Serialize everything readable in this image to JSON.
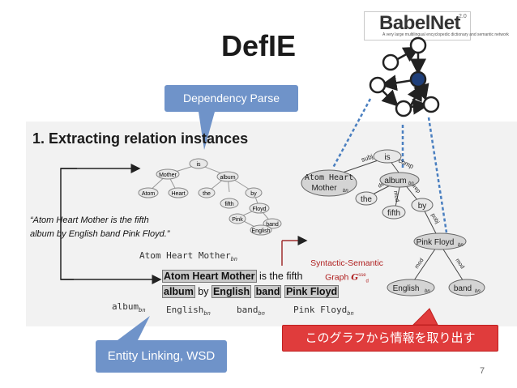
{
  "slide": {
    "title": "DefIE",
    "logo_text": "BabelNet",
    "logo_sup": "2.0",
    "logo_subtitle": "A very large multilingual encyclopedic dictionary and semantic network",
    "section_heading": "1. Extracting relation instances",
    "dependency_label": "Dependency Parse",
    "entity_label": "Entity Linking, WSD",
    "quote_line1": "“Atom Heart Mother is the fifth",
    "quote_line2": "album by English band Pink Floyd.”",
    "graph_label_line1": "Syntactic-Semantic",
    "graph_label_line2": "Graph",
    "graph_symbol": "G",
    "graph_symbol_sup": "sse",
    "graph_symbol_sub": "d",
    "japanese_box": "このグラフから情報を取り出す",
    "page_number": "7",
    "bn_suffix": "bn"
  },
  "sentence": {
    "p1": "Atom Heart Mother",
    "p2": " is the fifth",
    "p3": "album",
    "p4": " by ",
    "p5": "English",
    "p6": "band",
    "p7": "Pink Floyd"
  },
  "annotations": {
    "atom_heart_mother": "Atom Heart Mother",
    "album": "album",
    "english": "English",
    "band": "band",
    "pink_floyd": "Pink Floyd"
  },
  "dep_tree": {
    "nodes": [
      "is",
      "Mother",
      "album",
      "Atom",
      "Heart",
      "the",
      "by",
      "fifth",
      "Floyd",
      "Pink",
      "English",
      "band"
    ]
  },
  "sse_graph": {
    "nodes": [
      "is",
      "Atom Heart",
      "Mother",
      "album",
      "the",
      "by",
      "fifth",
      "Pink Floyd",
      "English",
      "band"
    ],
    "edges": [
      "subj",
      "comp",
      "det",
      "mod",
      "prep",
      "pobj",
      "mod",
      "mod"
    ]
  },
  "colors": {
    "blue_box": "#6f93c9",
    "red_box": "#e03c3c",
    "panel": "#f2f2f2",
    "node_fill": "#d4d4d4",
    "dashed_line": "#4a7fc0",
    "network_node_dark": "#1f3f7a"
  }
}
